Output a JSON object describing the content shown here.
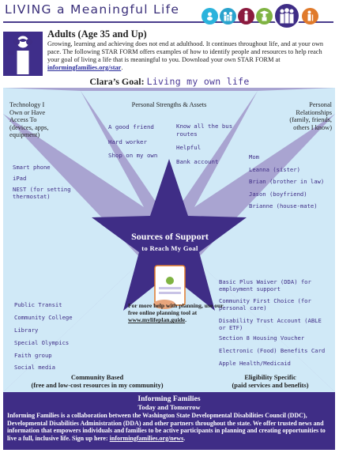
{
  "header": {
    "title": "LIVING a Meaningful Life",
    "icons": [
      "baby-icon",
      "family-icon",
      "teen-icon",
      "graduate-icon",
      "adults-group-icon",
      "elder-icon"
    ],
    "colors": [
      "#2bb3dc",
      "#2aa3cd",
      "#8b1a3e",
      "#7fb342",
      "#3f2d86",
      "#e07a2b"
    ]
  },
  "intro": {
    "heading": "Adults (Age 35 and Up)",
    "text": "Growing, learning and achieving does not end at adulthood. It continues throughout life, and at your own pace. The following STAR FORM offers examples of how to identify people and resources to help reach your goal of living a life that is meaningful to you. Download your own STAR FORM at ",
    "link": "informingfamilies.org/star",
    "text_end": "."
  },
  "goal": {
    "label": "Clara’s Goal:",
    "value": "Living my own life"
  },
  "technology": {
    "title_lines": [
      "Technology I",
      "Own or Have",
      "Access To",
      "(devices, apps,",
      "equipment)"
    ],
    "items": [
      "Smart phone",
      "iPad",
      "NEST (for setting",
      "thermostat)"
    ]
  },
  "strengths": {
    "title": "Personal Strengths & Assets",
    "left": [
      "A good friend",
      "Hard worker",
      "Shop on my own"
    ],
    "right": [
      "Know all the bus",
      "routes",
      "Helpful",
      "Bank account"
    ]
  },
  "relationships": {
    "title_lines": [
      "Personal",
      "Relationships",
      "(family, friends,",
      "others I know)"
    ],
    "items": [
      "Mom",
      "Leanna (sister)",
      "Brian (brother in law)",
      "Jason (boyfriend)",
      "Brianne (house-mate)"
    ]
  },
  "star": {
    "title": "Sources of Support",
    "subtitle": "to Reach My  Goal"
  },
  "help": {
    "text": "For more help with planning, use our free online planning tool at ",
    "link": "www.mylifeplan.guide",
    "text_end": "."
  },
  "community": {
    "title": "Community Based",
    "subtitle": "(free and low-cost resources in my community)",
    "items": [
      "Public Transit",
      "Community College",
      "Library",
      "Special Olympics",
      "Faith group",
      "Social media"
    ]
  },
  "eligibility": {
    "title": "Eligibility Specific",
    "subtitle": "(paid services and benefits)",
    "items": [
      "Basic Plus Waiver (DDA) for",
      "employment support",
      "Community First Choice (for",
      "personal care)",
      "Disability Trust Account (ABLE",
      "or ETF)",
      "Section 8 Housing Voucher",
      "Electronic (Food) Benefits Card",
      "Apple Health/Medicaid"
    ]
  },
  "footer": {
    "name": "Informing Families",
    "tagline": "Today and Tomorrow",
    "text": "Informing Families is a collaboration between the Washington State Developmental Disabilities Council (DDC), Developmental Disabilities Administration (DDA) and other partners throughout the state. We offer trusted news and information that empowers individuals and families to be active participants in planning and creating opportunities to live a full, inclusive life. Sign up here: ",
    "link": "informingfamilies.org/news",
    "text_end": "."
  },
  "colors": {
    "primary": "#3f2d86",
    "lavender": "#a9a4d1",
    "light_blue": "#d0e9f7",
    "handwriting": "#3f2d86"
  }
}
